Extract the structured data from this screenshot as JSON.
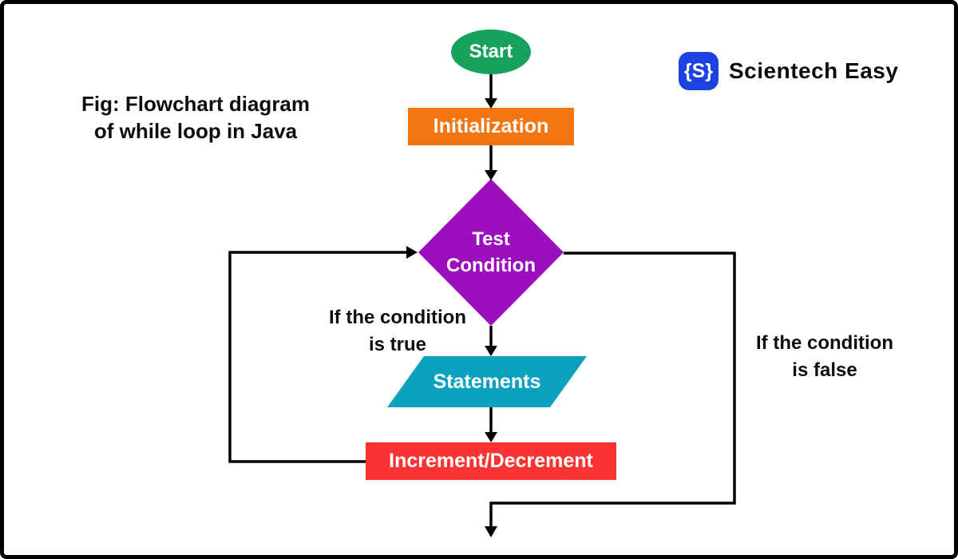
{
  "caption": {
    "line1": "Fig: Flowchart diagram",
    "line2": "of while loop in Java"
  },
  "brand": {
    "icon_text": "{S}",
    "name": "Scientech Easy",
    "icon_color": "#1e42e0"
  },
  "nodes": {
    "start": {
      "label": "Start",
      "shape": "oval",
      "color": "#17a15c"
    },
    "initialization": {
      "label": "Initialization",
      "shape": "rectangle",
      "color": "#f4750f"
    },
    "test_condition": {
      "label": "Test Condition",
      "shape": "diamond",
      "color": "#9b0fbf"
    },
    "statements": {
      "label": "Statements",
      "shape": "parallelogram",
      "color": "#0aa2be"
    },
    "increment_decrement": {
      "label": "Increment/Decrement",
      "shape": "rectangle",
      "color": "#fb3333"
    }
  },
  "branch_labels": {
    "true_line1": "If the condition",
    "true_line2": "is true",
    "false_line1": "If the condition",
    "false_line2": "is false"
  },
  "flow": {
    "edges": [
      "start -> initialization",
      "initialization -> test_condition",
      "test_condition -> statements (true)",
      "statements -> increment_decrement",
      "increment_decrement -> test_condition (loop back)",
      "test_condition -> exit (false)"
    ],
    "line_color": "#000000"
  }
}
